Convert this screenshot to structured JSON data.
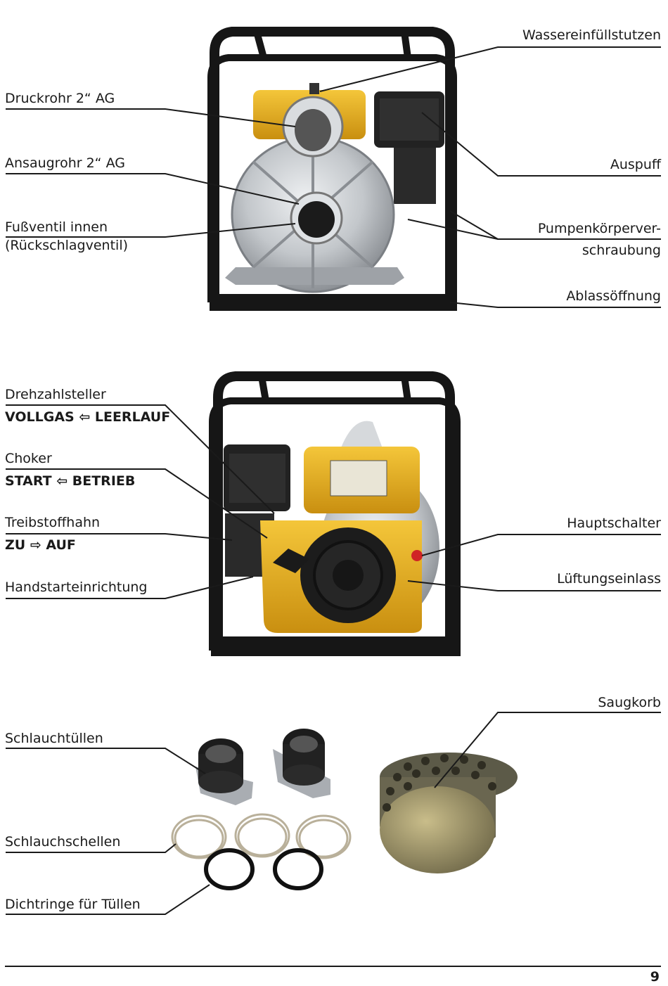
{
  "section1": {
    "left": {
      "druckrohr": "Druckrohr 2“ AG",
      "ansaugrohr": "Ansaugrohr 2“ AG",
      "fussventil_1": "Fußventil innen",
      "fussventil_2": "(Rückschlagventil)"
    },
    "right": {
      "wasser": "Wassereinfüllstutzen",
      "auspuff": "Auspuff",
      "pumpen_1": "Pumpenkörperver-",
      "pumpen_2": "schraubung",
      "ablass": "Ablassöffnung"
    }
  },
  "section2": {
    "left": {
      "drehzahl": "Drehzahlsteller",
      "drehzahl_mode": "VOLLGAS ⇦ LEERLAUF",
      "choker": "Choker",
      "choker_mode": "START ⇦ BETRIEB",
      "treibstoff": "Treibstoffhahn",
      "treibstoff_mode": "ZU ⇨ AUF",
      "handstart": "Handstarteinrichtung"
    },
    "right": {
      "hauptschalter": "Hauptschalter",
      "lueftung": "Lüftungseinlass"
    }
  },
  "section3": {
    "left": {
      "schlauchtuellen": "Schlauchtüllen",
      "schlauchschellen": "Schlauchschellen",
      "dichtringe": "Dichtringe für Tüllen"
    },
    "right": {
      "saugkorb": "Saugkorb"
    }
  },
  "footer": {
    "page": "9"
  },
  "colors": {
    "frame": "#161616",
    "pump_yellow": "#e8b21e",
    "aluminium": "#b8bcc0",
    "engine_black": "#222222"
  }
}
